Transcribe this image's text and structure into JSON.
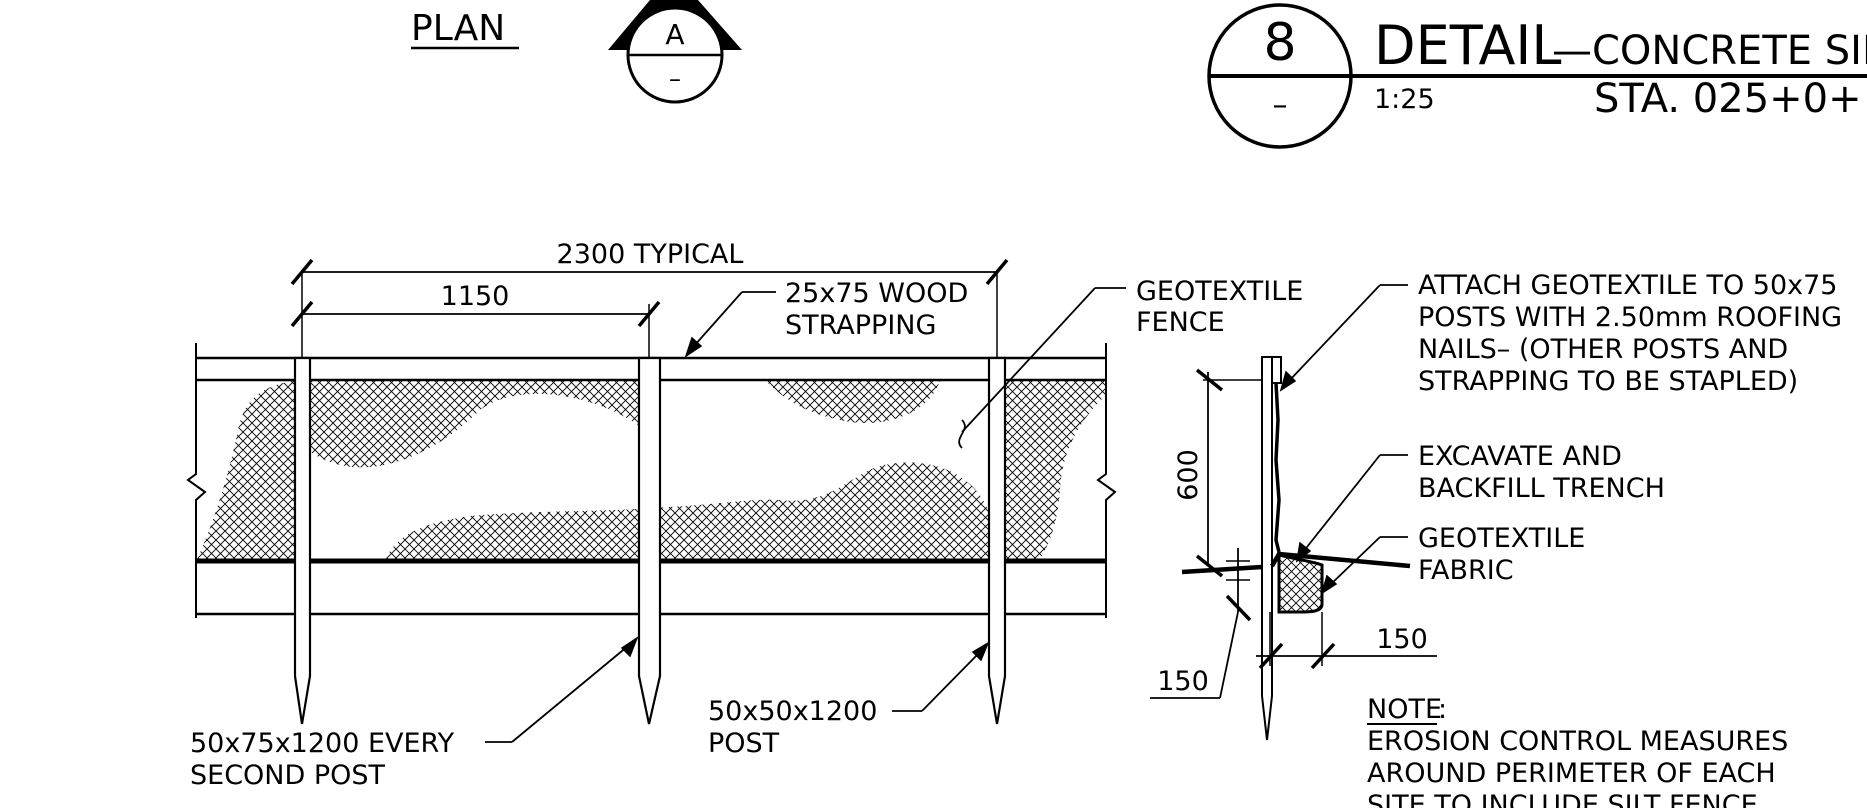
{
  "header": {
    "plan_label": "PLAN",
    "section_marker": {
      "letter": "A",
      "sheet": "–"
    },
    "detail_marker": {
      "number": "8",
      "sheet": "–"
    },
    "detail_title": "DETAIL",
    "detail_title_sub": "—CONCRETE SID",
    "scale": "1:25",
    "station": "STA. 025+0+"
  },
  "dimensions": {
    "typical_spacing": "2300 TYPICAL",
    "half_spacing": "1150",
    "post_height": "600",
    "trench_width": "150",
    "trench_depth": "150"
  },
  "callouts": {
    "wood_strapping": [
      "25x75 WOOD",
      "STRAPPING"
    ],
    "geotextile_fence": [
      "GEOTEXTILE",
      "FENCE"
    ],
    "post_large": [
      "50x75x1200 EVERY",
      "SECOND POST"
    ],
    "post_small": [
      "50x50x1200",
      "POST"
    ],
    "attach": [
      "ATTACH GEOTEXTILE TO 50x75",
      "POSTS WITH 2.50mm ROOFING",
      "NAILS– (OTHER POSTS AND",
      "STRAPPING TO BE STAPLED)"
    ],
    "excavate": [
      "EXCAVATE AND",
      "BACKFILL TRENCH"
    ],
    "geotextile_fabric": [
      "GEOTEXTILE",
      "FABRIC"
    ]
  },
  "note": {
    "title": "NOTE",
    "lines": [
      "EROSION CONTROL MEASURES",
      "AROUND PERIMETER OF EACH",
      "SITE TO INCLUDE SILT FENCE"
    ]
  }
}
